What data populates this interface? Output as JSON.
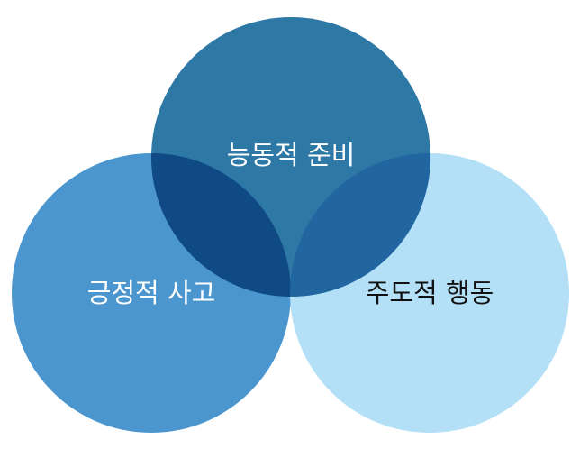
{
  "diagram": {
    "type": "venn",
    "sets": [
      {
        "id": "top",
        "label": "능동적 준비",
        "color": "#2e78a6",
        "text_color": "#ffffff"
      },
      {
        "id": "left",
        "label": "긍정적 사고",
        "color": "#4b96cf",
        "text_color": "#ffffff"
      },
      {
        "id": "right",
        "label": "주도적 행동",
        "color": "#b3e0f7",
        "text_color": "#111111"
      }
    ],
    "overlap_colors": {
      "top_left": "#0f4a85",
      "top_right": "#2166a0"
    }
  }
}
